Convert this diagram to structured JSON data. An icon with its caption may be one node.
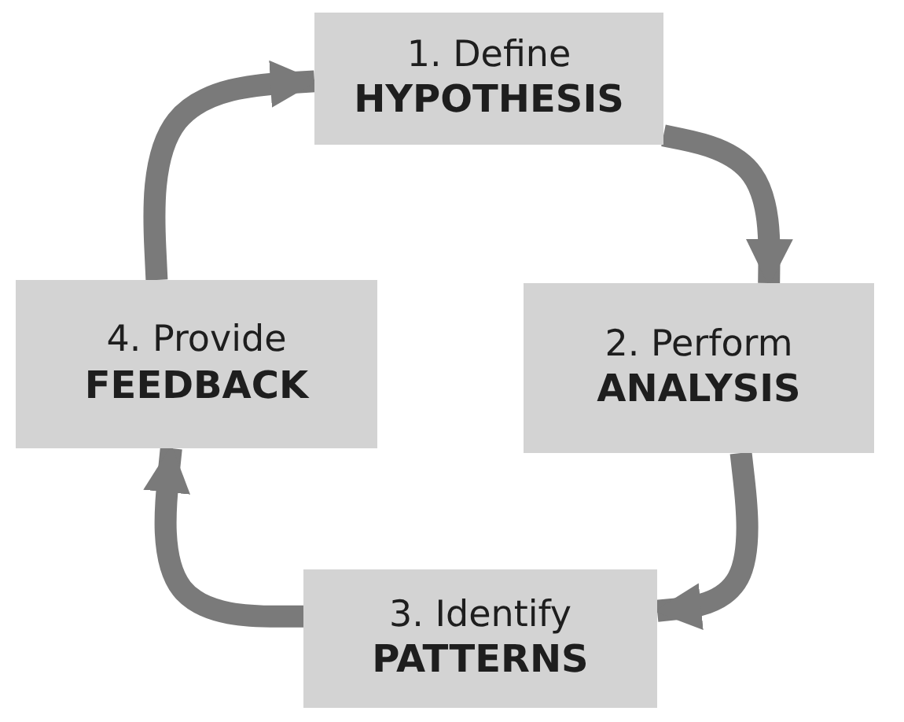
{
  "diagram": {
    "nodes": [
      {
        "text": [
          "1. Define",
          "HYPOTHESIS"
        ]
      },
      {
        "text": [
          "2. Perform",
          "ANALYSIS"
        ]
      },
      {
        "text": [
          "3. Identify",
          "PATTERNS"
        ]
      },
      {
        "text": [
          "4. Provide",
          "FEEDBACK"
        ]
      }
    ],
    "edges": [
      {
        "from": 0,
        "to": 1,
        "arrow": "to"
      },
      {
        "from": 1,
        "to": 2,
        "arrow": "to"
      },
      {
        "from": 2,
        "to": 3,
        "arrow": "to"
      },
      {
        "from": 3,
        "to": 0,
        "arrow": "to"
      }
    ]
  }
}
